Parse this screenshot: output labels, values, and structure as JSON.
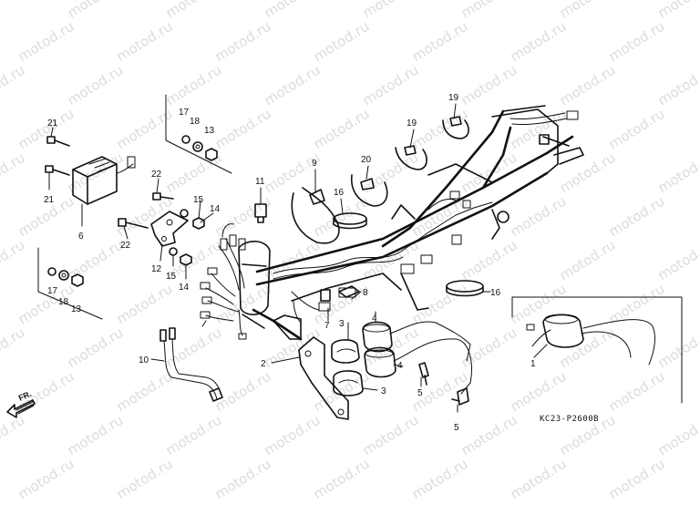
{
  "watermark": "motod.ru",
  "diagram_code": "KC23-P2600B",
  "direction_label": "FR.",
  "callouts": [
    {
      "id": "c1",
      "text": "1"
    },
    {
      "id": "c2",
      "text": "2"
    },
    {
      "id": "c3a",
      "text": "3"
    },
    {
      "id": "c3b",
      "text": "3"
    },
    {
      "id": "c4a",
      "text": "4"
    },
    {
      "id": "c4b",
      "text": "4"
    },
    {
      "id": "c5a",
      "text": "5"
    },
    {
      "id": "c5b",
      "text": "5"
    },
    {
      "id": "c6",
      "text": "6"
    },
    {
      "id": "c7",
      "text": "7"
    },
    {
      "id": "c8",
      "text": "8"
    },
    {
      "id": "c9",
      "text": "9"
    },
    {
      "id": "c10",
      "text": "10"
    },
    {
      "id": "c11",
      "text": "11"
    },
    {
      "id": "c12",
      "text": "12"
    },
    {
      "id": "c13a",
      "text": "13"
    },
    {
      "id": "c13b",
      "text": "13"
    },
    {
      "id": "c14a",
      "text": "14"
    },
    {
      "id": "c14b",
      "text": "14"
    },
    {
      "id": "c15a",
      "text": "15"
    },
    {
      "id": "c15b",
      "text": "15"
    },
    {
      "id": "c16a",
      "text": "16"
    },
    {
      "id": "c16b",
      "text": "16"
    },
    {
      "id": "c17a",
      "text": "17"
    },
    {
      "id": "c17b",
      "text": "17"
    },
    {
      "id": "c18a",
      "text": "18"
    },
    {
      "id": "c18b",
      "text": "18"
    },
    {
      "id": "c19a",
      "text": "19"
    },
    {
      "id": "c19b",
      "text": "19"
    },
    {
      "id": "c20",
      "text": "20"
    },
    {
      "id": "c21a",
      "text": "21"
    },
    {
      "id": "c21b",
      "text": "21"
    },
    {
      "id": "c22a",
      "text": "22"
    },
    {
      "id": "c22b",
      "text": "22"
    }
  ]
}
